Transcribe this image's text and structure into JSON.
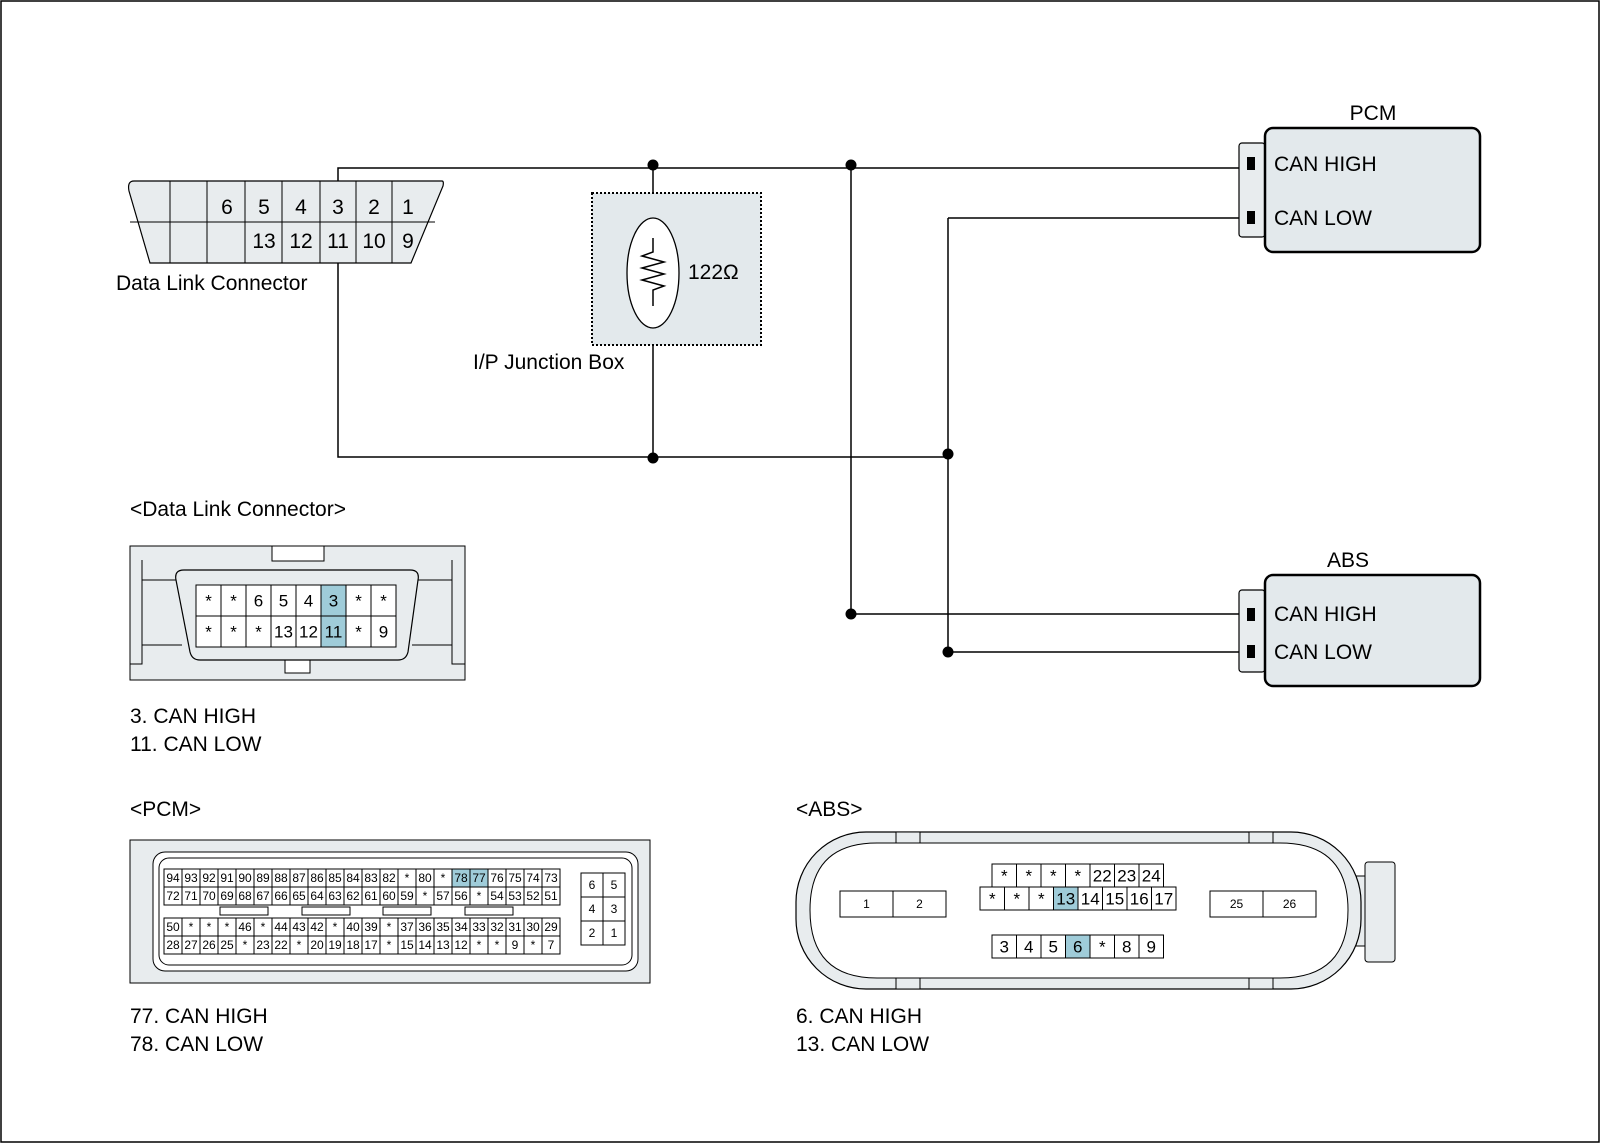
{
  "schematic": {
    "dlc_label": "Data Link Connector",
    "dlc_top_pins": [
      "6",
      "5",
      "4",
      "3",
      "2",
      "1"
    ],
    "dlc_bottom_pins": [
      "13",
      "12",
      "11",
      "10",
      "9"
    ],
    "junction_box_label": "I/P Junction Box",
    "resistor_label": "122Ω",
    "pcm": {
      "title": "PCM",
      "can_high": "CAN HIGH",
      "can_low": "CAN LOW"
    },
    "abs": {
      "title": "ABS",
      "can_high": "CAN HIGH",
      "can_low": "CAN LOW"
    }
  },
  "dlc_view": {
    "title": "<Data Link Connector>",
    "row1": [
      "*",
      "*",
      "6",
      "5",
      "4",
      "3",
      "*",
      "*"
    ],
    "row2": [
      "*",
      "*",
      "*",
      "13",
      "12",
      "11",
      "*",
      "9"
    ],
    "highlight": [
      "3",
      "11"
    ],
    "notes": [
      "3. CAN HIGH",
      "11. CAN LOW"
    ]
  },
  "pcm_view": {
    "title": "<PCM>",
    "row1": [
      "94",
      "93",
      "92",
      "91",
      "90",
      "89",
      "88",
      "87",
      "86",
      "85",
      "84",
      "83",
      "82",
      "*",
      "80",
      "*",
      "78",
      "77",
      "76",
      "75",
      "74",
      "73"
    ],
    "row2": [
      "72",
      "71",
      "70",
      "69",
      "68",
      "67",
      "66",
      "65",
      "64",
      "63",
      "62",
      "61",
      "60",
      "59",
      "*",
      "57",
      "56",
      "*",
      "54",
      "53",
      "52",
      "51"
    ],
    "row3": [
      "50",
      "*",
      "*",
      "*",
      "46",
      "*",
      "44",
      "43",
      "42",
      "*",
      "40",
      "39",
      "*",
      "37",
      "36",
      "35",
      "34",
      "33",
      "32",
      "31",
      "30",
      "29"
    ],
    "row4": [
      "28",
      "27",
      "26",
      "25",
      "*",
      "23",
      "22",
      "*",
      "20",
      "19",
      "18",
      "17",
      "*",
      "15",
      "14",
      "13",
      "12",
      "*",
      "*",
      "9",
      "*",
      "7"
    ],
    "side_rows": [
      [
        "6",
        "5"
      ],
      [
        "4",
        "3"
      ],
      [
        "2",
        "1"
      ]
    ],
    "highlight": [
      "78",
      "77"
    ],
    "notes": [
      "77. CAN HIGH",
      "78. CAN LOW"
    ]
  },
  "abs_view": {
    "title": "<ABS>",
    "left_pins": [
      "1",
      "2"
    ],
    "right_pins": [
      "25",
      "26"
    ],
    "row1": [
      "*",
      "*",
      "*",
      "*",
      "22",
      "23",
      "24"
    ],
    "row2": [
      "*",
      "*",
      "*",
      "13",
      "14",
      "15",
      "16",
      "17"
    ],
    "row3": [
      "3",
      "4",
      "5",
      "6",
      "*",
      "8",
      "9"
    ],
    "highlight": [
      "13",
      "6"
    ],
    "notes": [
      "6. CAN HIGH",
      "13. CAN LOW"
    ]
  },
  "colors": {
    "highlight": "#9fccd9",
    "module_fill": "#e3e9ec",
    "connector_fill": "#e8ecee"
  }
}
